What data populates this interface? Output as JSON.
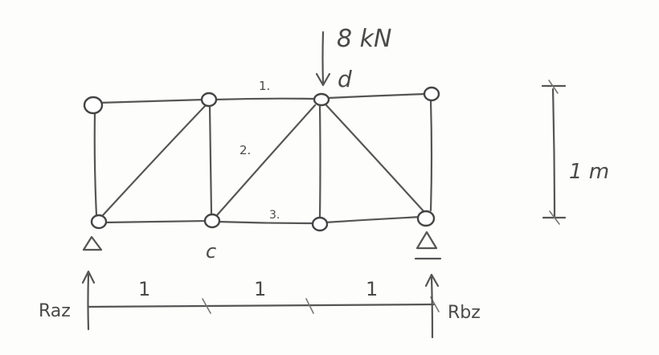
{
  "load": {
    "value_label": "8 kN"
  },
  "node_labels": {
    "c": "c",
    "d": "d"
  },
  "member_labels": {
    "m1": "1.",
    "m2": "2.",
    "m3": "3."
  },
  "height_label": "1 m",
  "span_labels": [
    "1",
    "1",
    "1"
  ],
  "reactions": {
    "left": "Raz",
    "right": "Rbz"
  },
  "colors": {
    "ink": "#555555",
    "paper": "#fdfdfc"
  }
}
